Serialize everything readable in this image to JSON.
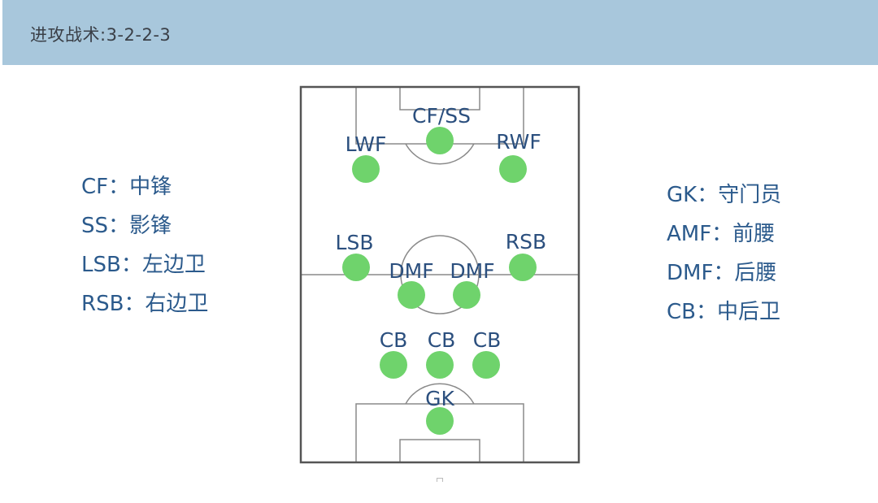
{
  "header": {
    "title": "进攻战术:3-2-2-3"
  },
  "legend_left": [
    {
      "label": "CF：中锋"
    },
    {
      "label": "SS：影锋"
    },
    {
      "label": "LSB：左边卫"
    },
    {
      "label": "RSB：右边卫"
    }
  ],
  "legend_right": [
    {
      "label": "GK：守门员"
    },
    {
      "label": "AMF：前腰"
    },
    {
      "label": "DMF：后腰"
    },
    {
      "label": "CB：中后卫"
    }
  ],
  "players": [
    {
      "label": "CF/SS"
    },
    {
      "label": "LWF"
    },
    {
      "label": "RWF"
    },
    {
      "label": "LSB"
    },
    {
      "label": "RSB"
    },
    {
      "label": "DMF"
    },
    {
      "label": "DMF"
    },
    {
      "label": "CB"
    },
    {
      "label": "CB"
    },
    {
      "label": "CB"
    },
    {
      "label": "GK"
    }
  ],
  "colors": {
    "header_bg": "#a8c7dc",
    "player_dot": "#6fd36c",
    "text": "#2b5a8c"
  }
}
